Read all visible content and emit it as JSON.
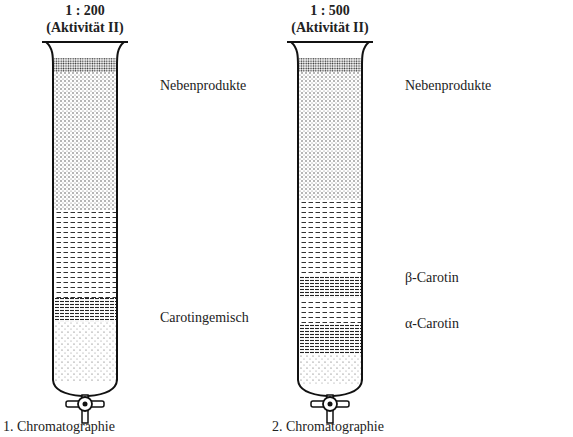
{
  "diagram": {
    "labels": [
      "1 : 200",
      "(Aktivität II)",
      "Nebenprodukte",
      "Carotingemisch",
      "1. Chromatographie",
      "1 : 500",
      "(Aktivität II)",
      "Nebenprodukte",
      "β-Carotin",
      "α-Carotin",
      "2. Chromatographie"
    ]
  }
}
